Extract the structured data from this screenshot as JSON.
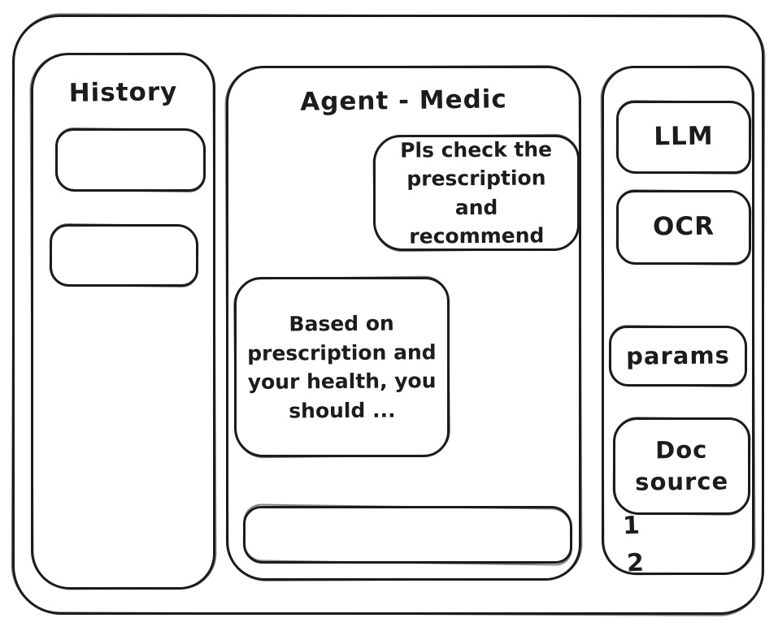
{
  "window": {
    "background": "#ffffff",
    "ink": "#1c1c1c"
  },
  "history_panel": {
    "title": "History",
    "entries": [
      {
        "label": ""
      },
      {
        "label": ""
      }
    ]
  },
  "chat_panel": {
    "title": "Agent - Medic",
    "messages": {
      "user": "Pls check the prescription and recommend",
      "assistant": "Based on prescription and your health, you should ..."
    },
    "input": {
      "value": ""
    }
  },
  "tools_panel": {
    "buttons": [
      {
        "label": "LLM"
      },
      {
        "label": "OCR"
      },
      {
        "label": "params"
      },
      {
        "label": "Doc source"
      }
    ],
    "doc_source_items": [
      {
        "label": "1"
      },
      {
        "label": "2"
      }
    ]
  }
}
